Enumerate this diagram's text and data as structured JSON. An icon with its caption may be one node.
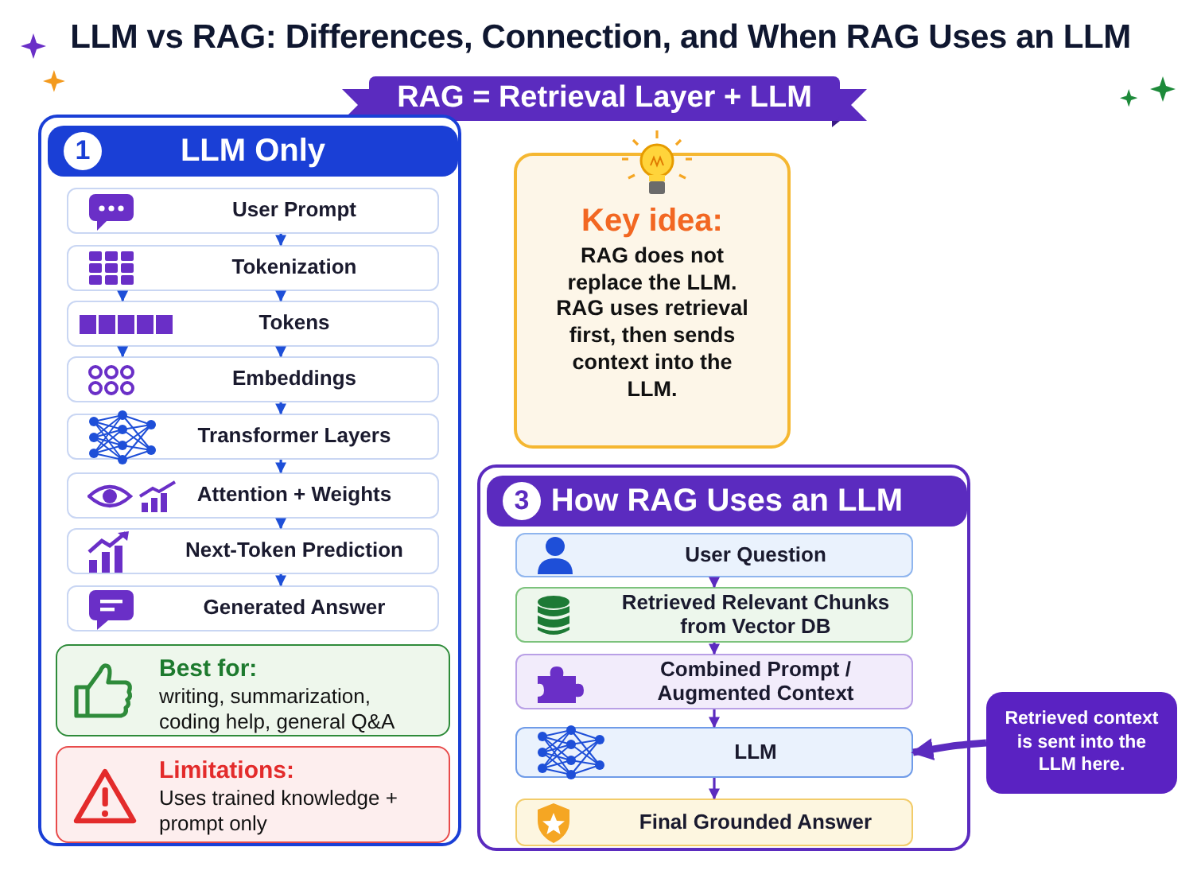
{
  "diagram": {
    "title": "LLM vs RAG: Differences, Connection, and When RAG Uses an LLM",
    "nodes": [
      {
        "text": [
          "RAG = Retrieval Layer + LLM"
        ]
      },
      {
        "text": [],
        "shape": "box"
      },
      {
        "text": [
          "1",
          "LLM Only"
        ],
        "in": 1
      },
      {
        "text": [
          "User Prompt"
        ],
        "in": 1
      },
      {
        "text": [
          "Tokenization"
        ],
        "in": 1
      },
      {
        "text": [
          "Tokens"
        ],
        "in": 1
      },
      {
        "text": [
          "Embeddings"
        ],
        "in": 1
      },
      {
        "text": [
          "Transformer Layers"
        ],
        "in": 1
      },
      {
        "text": [
          "Attention + Weights"
        ],
        "in": 1
      },
      {
        "text": [
          "Next-Token Prediction"
        ],
        "in": 1
      },
      {
        "text": [
          "Generated Answer"
        ],
        "in": 1
      },
      {
        "text": [
          "Best for:",
          "writing, summarization, coding help, general Q&A"
        ],
        "in": 1
      },
      {
        "text": [
          "Limitations:",
          "Uses trained knowledge + prompt only"
        ],
        "in": 1
      },
      {
        "text": [
          "Key idea:",
          "RAG does not replace the LLM. RAG uses retrieval first, then sends context into the LLM."
        ]
      },
      {
        "text": [],
        "shape": "box"
      },
      {
        "text": [
          "3",
          "How RAG Uses an LLM"
        ],
        "in": 14
      },
      {
        "text": [
          "User Question"
        ],
        "in": 14
      },
      {
        "text": [
          "Retrieved Relevant Chunks from Vector DB"
        ],
        "in": 14
      },
      {
        "text": [
          "Combined Prompt / Augmented Context"
        ],
        "in": 14
      },
      {
        "text": [
          "LLM"
        ],
        "in": 14
      },
      {
        "text": [
          "Final Grounded Answer"
        ],
        "in": 14
      },
      {
        "text": [
          "Retrieved context is sent into the LLM here."
        ]
      }
    ],
    "edges": [
      {
        "from": 3,
        "to": 4,
        "arrow": "to"
      },
      {
        "from": 4,
        "to": 5,
        "arrow": "to"
      },
      {
        "from": 5,
        "to": 6,
        "arrow": "to"
      },
      {
        "from": 6,
        "to": 7,
        "arrow": "to"
      },
      {
        "from": 7,
        "to": 8,
        "arrow": "to"
      },
      {
        "from": 8,
        "to": 9,
        "arrow": "to"
      },
      {
        "from": 9,
        "to": 10,
        "arrow": "to"
      },
      {
        "from": 4,
        "to": 5,
        "arrow": "to"
      },
      {
        "from": 5,
        "to": 6,
        "arrow": "to"
      },
      {
        "from": 16,
        "to": 17,
        "arrow": "to",
        "color": "#5b2bbf"
      },
      {
        "from": 17,
        "to": 18,
        "arrow": "to",
        "color": "#5b2bbf"
      },
      {
        "from": 18,
        "to": 19,
        "arrow": "to",
        "color": "#5b2bbf"
      },
      {
        "from": 19,
        "to": 20,
        "arrow": "to",
        "color": "#5b2bbf"
      },
      {
        "from": 21,
        "to": 19,
        "arrow": "to",
        "style": "thick",
        "color": "#5b2bbf"
      }
    ]
  }
}
